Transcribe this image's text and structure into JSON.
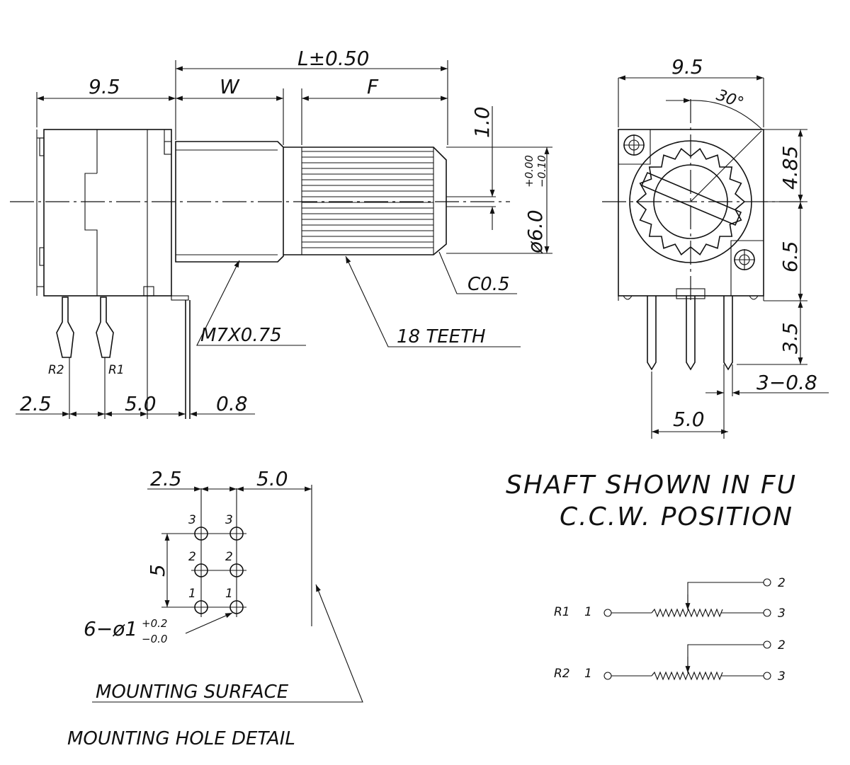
{
  "side_view": {
    "dim_total_length": "L±0.50",
    "dim_body_width": "9.5",
    "dim_w": "W",
    "dim_f": "F",
    "dim_tooth_depth": "1.0",
    "dim_shaft_diameter": "ø6.0",
    "dim_shaft_tol_upper": "+0.00",
    "dim_shaft_tol_lower": "−0.10",
    "label_chamfer": "C0.5",
    "label_thread": "M7X0.75",
    "label_teeth": "18 TEETH",
    "label_r2": "R2",
    "label_r1": "R1",
    "dim_2_5": "2.5",
    "dim_5_0": "5.0",
    "dim_0_8": "0.8"
  },
  "front_view": {
    "dim_width": "9.5",
    "dim_angle": "30°",
    "dim_4_85": "4.85",
    "dim_6_5": "6.5",
    "dim_3_5": "3.5",
    "dim_pin": "3−0.8",
    "dim_pin_spacing": "5.0"
  },
  "hole_detail": {
    "dim_2_5": "2.5",
    "dim_5_0": "5.0",
    "dim_5": "5",
    "hole_labels": [
      "3",
      "3",
      "2",
      "2",
      "1",
      "1"
    ],
    "dim_holes": "6−ø1",
    "dim_holes_tol_upper": "+0.2",
    "dim_holes_tol_lower": "−0.0",
    "label_surface": "MOUNTING SURFACE",
    "title": "MOUNTING HOLE DETAIL"
  },
  "note": {
    "line1": "SHAFT SHOWN IN FU",
    "line2": "C.C.W. POSITION"
  },
  "schematic": {
    "r1_label": "R1",
    "r2_label": "R2",
    "pin1": "1",
    "pin2": "2",
    "pin3": "3"
  }
}
